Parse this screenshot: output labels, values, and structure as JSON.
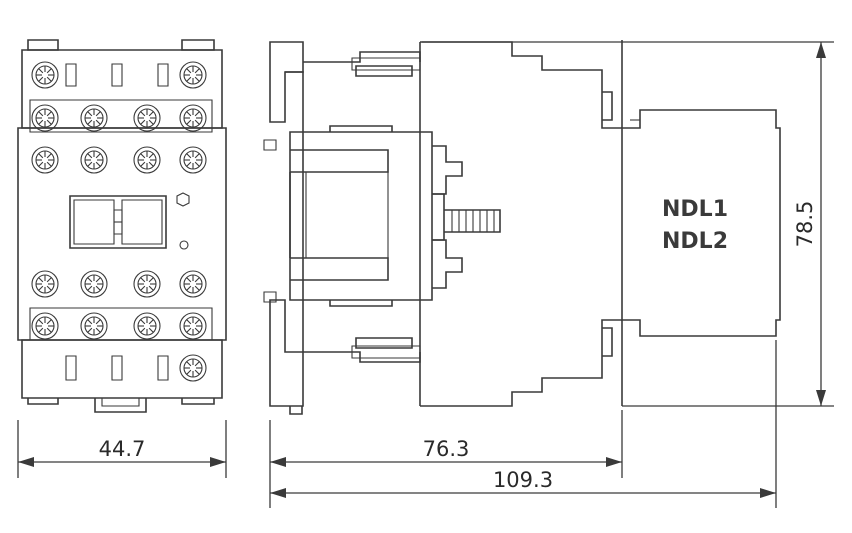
{
  "drawing": {
    "model_lines": [
      "NDL1",
      "NDL2"
    ],
    "dimensions": {
      "front_width": "44.7",
      "side_depth_base": "76.3",
      "side_depth_total": "109.3",
      "height": "78.5"
    }
  }
}
